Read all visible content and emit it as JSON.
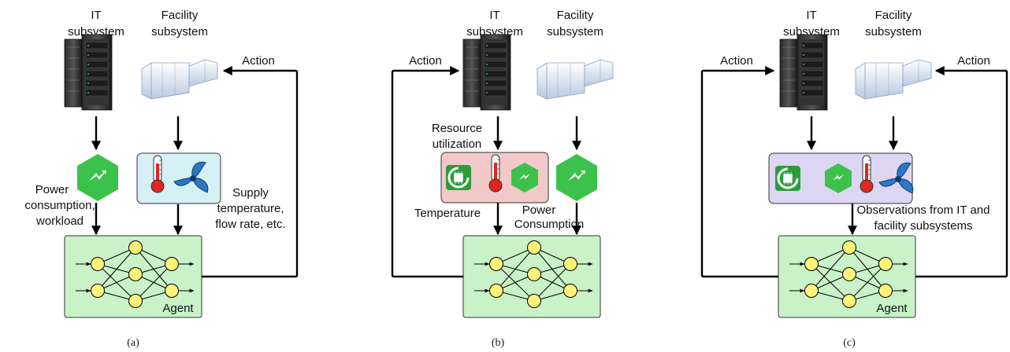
{
  "panels": [
    {
      "it_label": [
        "IT",
        "subsystem"
      ],
      "facility_label": [
        "Facility",
        "subsystem"
      ],
      "action_label": "Action",
      "left_obs_label": [
        "Power",
        "consumption,",
        "workload"
      ],
      "right_obs_label": [
        "Supply",
        "temperature,",
        "flow rate, etc."
      ],
      "agent_label": "Agent",
      "caption": "(a)"
    },
    {
      "it_label": [
        "IT",
        "subsystem"
      ],
      "facility_label": [
        "Facility",
        "subsystem"
      ],
      "action_label": "Action",
      "resource_label": [
        "Resource",
        "utilization"
      ],
      "temperature_label": "Temperature",
      "power_label": [
        "Power",
        "Consumption"
      ],
      "cpu_label": "CPU",
      "caption": "(b)"
    },
    {
      "it_label": [
        "IT",
        "subsystem"
      ],
      "facility_label": [
        "Facility",
        "subsystem"
      ],
      "action_left_label": "Action",
      "action_right_label": "Action",
      "cpu_label": "CPU",
      "obs_label": [
        "Observations from IT and",
        "facility subsystems"
      ],
      "agent_label": "Agent",
      "caption": "(c)"
    }
  ],
  "colors": {
    "agent_fill": "#c9f2c9",
    "node_fill": "#fff27a",
    "green_hex": "#3cc24a",
    "facility_box": "#d6f1f6",
    "mixed_box_b": "#f2c9c9",
    "mixed_box_c": "#dcd6f3",
    "thermo_red": "#e0261f",
    "fan_blue": "#2a78c2"
  },
  "icons": [
    "server-rack-icon",
    "air-handler-icon",
    "power-hexagon-icon",
    "thermometer-icon",
    "fan-icon",
    "cpu-chip-icon"
  ]
}
